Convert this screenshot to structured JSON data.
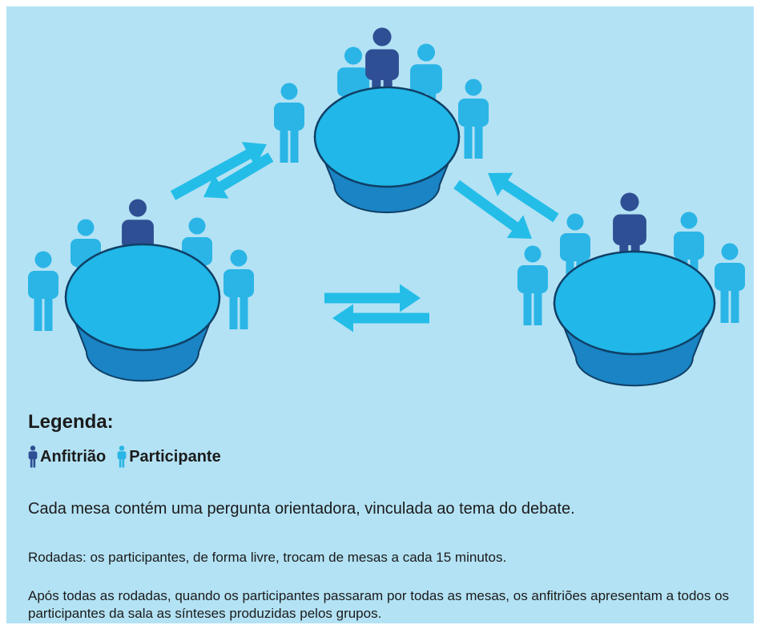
{
  "colors": {
    "background": "#b3e2f4",
    "host": "#2f4f94",
    "participant": "#2ab5e6",
    "arrow": "#24bde8",
    "table_top": "#21b7e8",
    "table_side": "#1a84c4"
  },
  "icons": {
    "host": "person-icon",
    "participant": "person-icon",
    "table": "round-table-icon",
    "exchange": "double-arrow-icon"
  },
  "legend": {
    "title": "Legenda:",
    "host_label": "Anfitrião",
    "participant_label": "Participante"
  },
  "paragraphs": {
    "p1": "Cada mesa contém uma pergunta orientadora, vinculada ao tema do debate.",
    "p2": "Rodadas: os participantes, de forma livre, trocam de mesas a cada 15 minutos.",
    "p3": "Após todas as rodadas, quando os participantes passaram por todas as mesas, os anfitriões apresentam a todos os participantes da sala as sínteses produzidas pelos grupos."
  }
}
